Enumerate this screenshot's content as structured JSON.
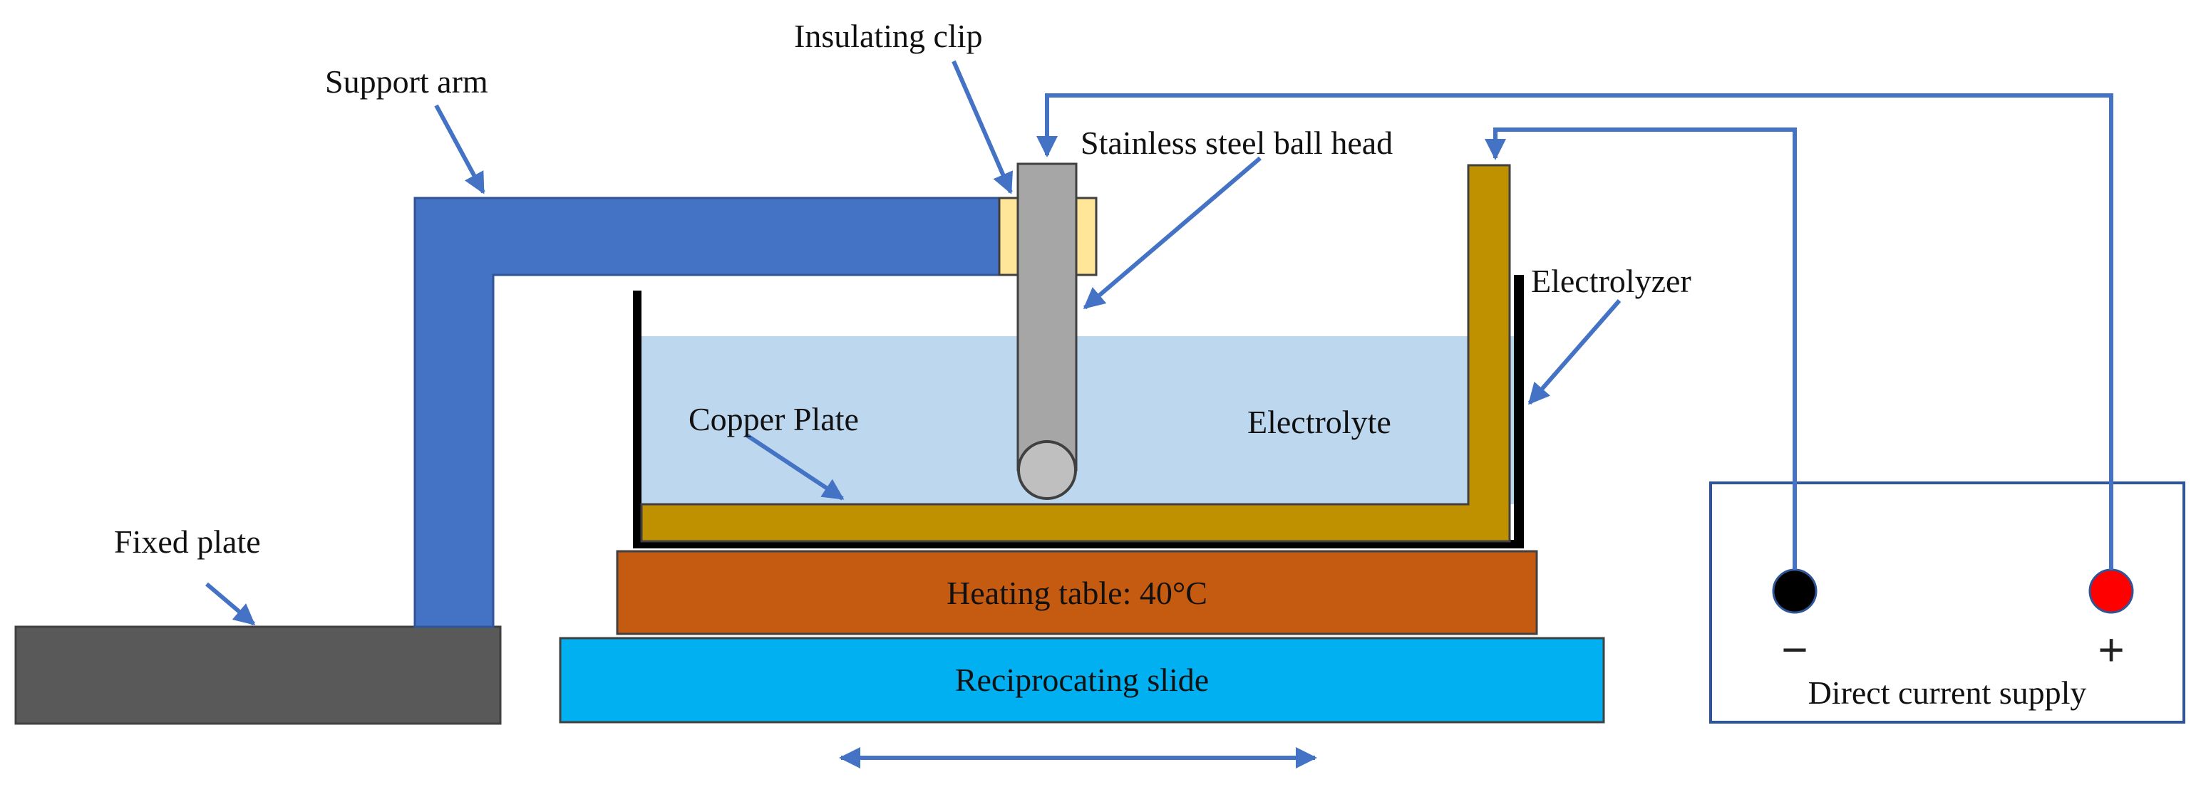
{
  "labels": {
    "support_arm": "Support arm",
    "insulating_clip": "Insulating clip",
    "ball_head": "Stainless steel ball head",
    "electrolyzer": "Electrolyzer",
    "copper_plate": "Copper Plate",
    "electrolyte": "Electrolyte",
    "fixed_plate": "Fixed plate",
    "heating_table": "Heating table: 40°C",
    "reciprocating_slide": "Reciprocating slide",
    "dc_supply": "Direct current supply",
    "minus": "−",
    "plus": "+"
  },
  "colors": {
    "support_arm": "#4472C4",
    "arrow": "#4472C4",
    "wire": "#4472C4",
    "clip": "#FFE699",
    "electrode": "#A6A6A6",
    "copper": "#BF9000",
    "electrolyte": "#BDD7EE",
    "heating_table": "#C55A11",
    "slide": "#00B0F0",
    "fixed_plate": "#595959",
    "terminal_negative": "#000000",
    "terminal_positive": "#FF0000"
  }
}
